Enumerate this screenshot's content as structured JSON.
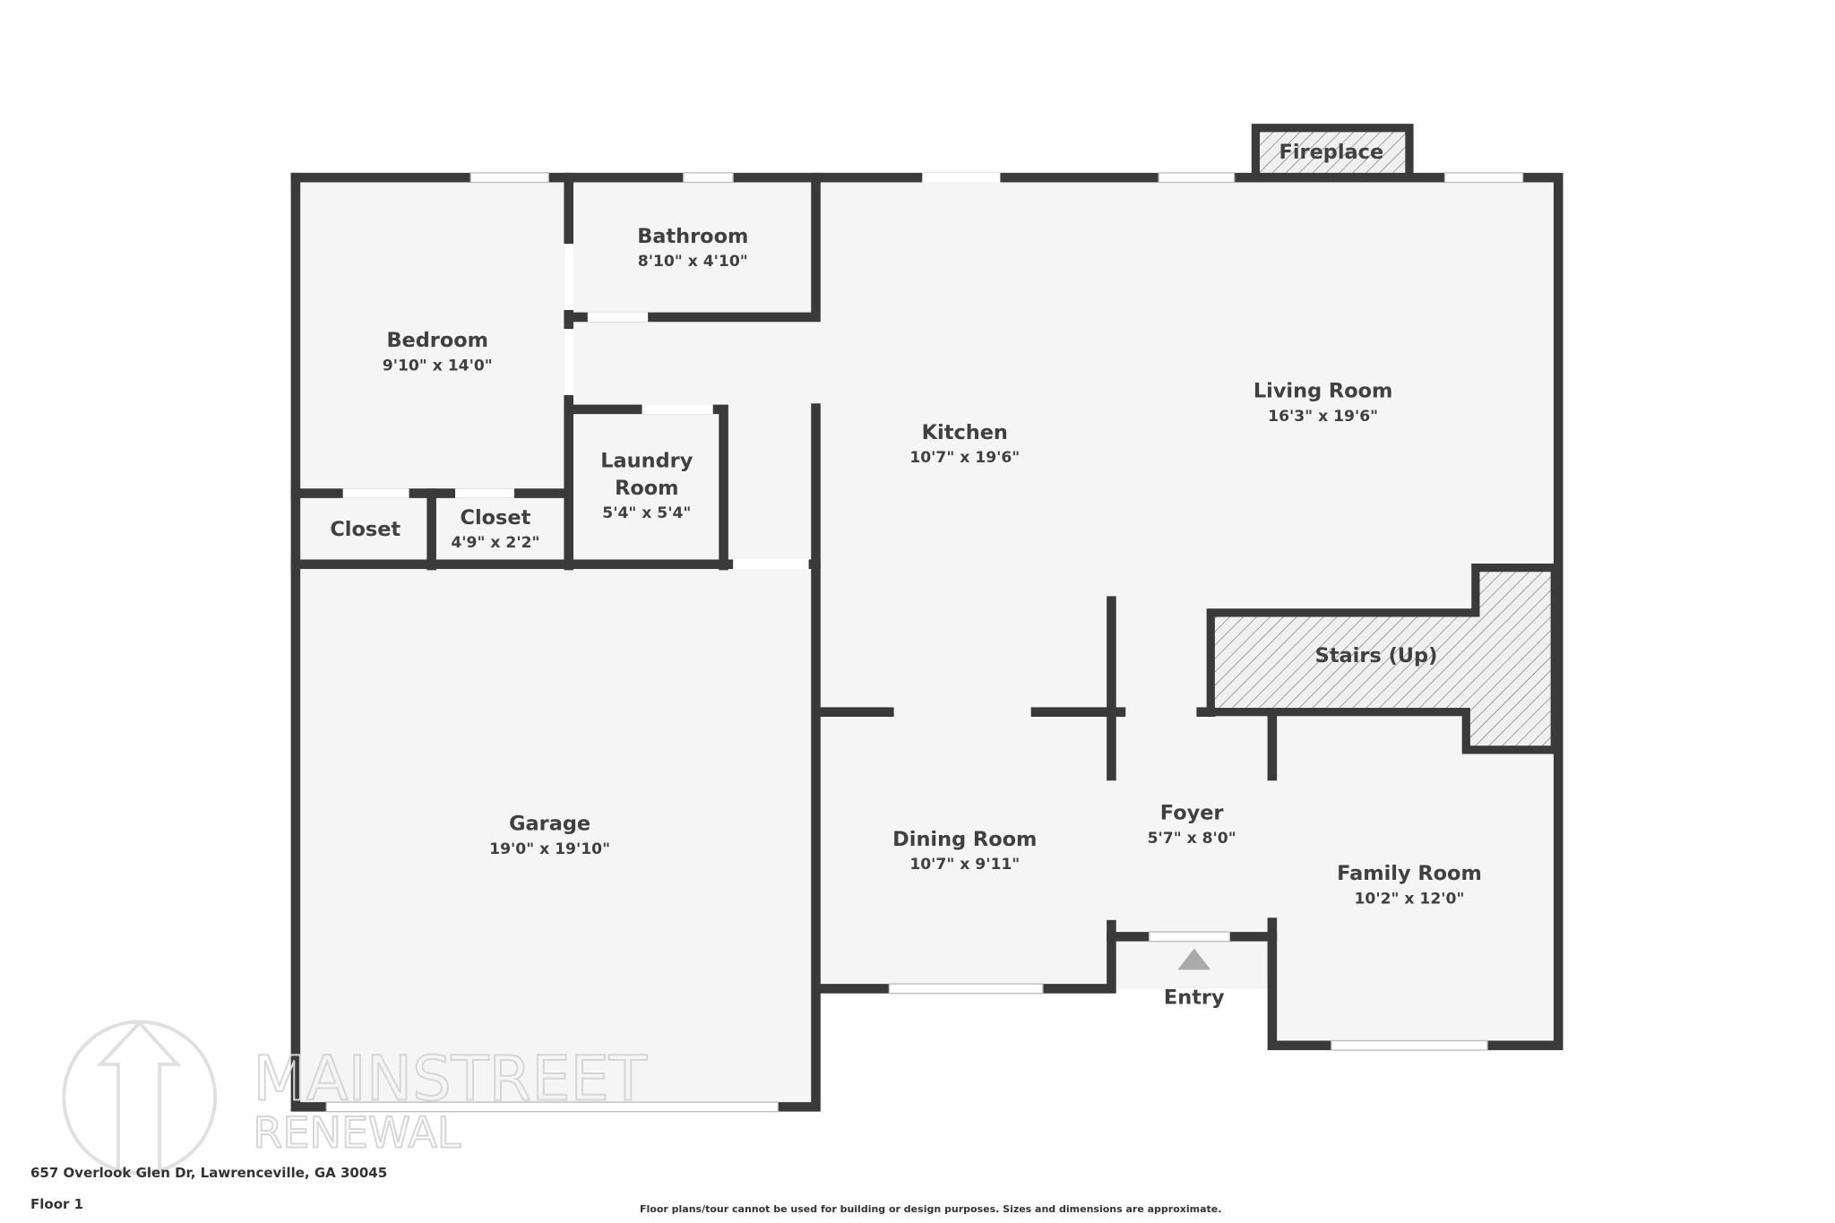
{
  "rooms": {
    "bedroom": {
      "name": "Bedroom",
      "dims": "9'10\" x 14'0\""
    },
    "bathroom": {
      "name": "Bathroom",
      "dims": "8'10\" x 4'10\""
    },
    "living_room": {
      "name": "Living Room",
      "dims": "16'3\" x 19'6\""
    },
    "kitchen": {
      "name": "Kitchen",
      "dims": "10'7\" x 19'6\""
    },
    "laundry": {
      "name_line1": "Laundry",
      "name_line2": "Room",
      "dims": "5'4\" x 5'4\""
    },
    "closet1": {
      "name": "Closet"
    },
    "closet2": {
      "name": "Closet",
      "dims": "4'9\" x 2'2\""
    },
    "garage": {
      "name": "Garage",
      "dims": "19'0\" x 19'10\""
    },
    "dining_room": {
      "name": "Dining Room",
      "dims": "10'7\" x 9'11\""
    },
    "foyer": {
      "name": "Foyer",
      "dims": "5'7\" x 8'0\""
    },
    "family_room": {
      "name": "Family Room",
      "dims": "10'2\" x 12'0\""
    },
    "stairs": {
      "name": "Stairs (Up)"
    },
    "fireplace": {
      "name": "Fireplace"
    },
    "entry": {
      "name": "Entry"
    }
  },
  "watermark": {
    "line1": "MAINSTREET",
    "line2": "RENEWAL"
  },
  "footer": {
    "address": "657 Overlook Glen Dr, Lawrenceville, GA 30045",
    "floor": "Floor 1",
    "disclaimer": "Floor plans/tour cannot be used for building or design purposes. Sizes and dimensions are approximate."
  },
  "colors": {
    "wall": "#3a3a3a",
    "floor": "#f5f5f5",
    "text": "#404040"
  }
}
